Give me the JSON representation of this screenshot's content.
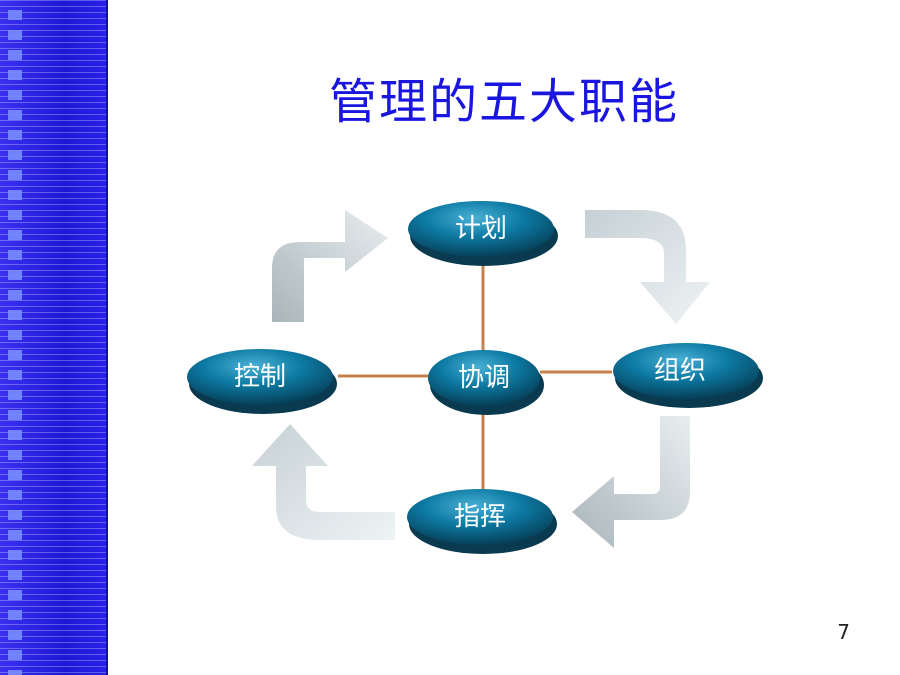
{
  "slide": {
    "title": "管理的五大职能",
    "page_number": "7"
  },
  "diagram": {
    "center": "协调",
    "nodes": {
      "top": "计划",
      "right": "组织",
      "bottom": "指挥",
      "left": "控制"
    },
    "colors": {
      "sidebar": "#2a22e8",
      "title": "#1a16e0",
      "node_fill": "#0b6f97",
      "connector": "#c8804a",
      "arrow": "#b8c4c8"
    }
  }
}
